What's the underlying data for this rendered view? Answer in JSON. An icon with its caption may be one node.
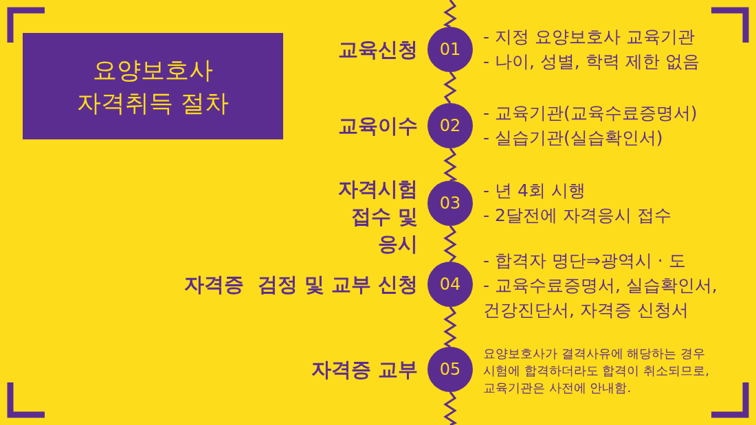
{
  "diagram": {
    "nodes": [
      {
        "text": [
          "요양보호사 자격취득 절차"
        ]
      },
      {
        "text": [
          "01"
        ],
        "beside": [
          "교육신청",
          "- 지정 요양보호사 교육기관",
          "- 나이, 성별, 학력 제한 없음"
        ]
      },
      {
        "text": [
          "02"
        ],
        "beside": [
          "교육이수",
          "- 교육기관(교육수료증명서)",
          "- 실습기관(실습확인서)"
        ]
      },
      {
        "text": [
          "03"
        ],
        "beside": [
          "자격시험 접수 및 응시",
          "- 년 4회 시행",
          "- 2달전에 자격응시 접수"
        ]
      },
      {
        "text": [
          "04"
        ],
        "beside": [
          "자격증  검정 및 교부 신청",
          "- 합격자 명단⇒광역시 · 도",
          "- 교육수료증명서, 실습확인서, 건강진단서, 자격증 신청서"
        ]
      },
      {
        "text": [
          "05"
        ],
        "beside": [
          "자격증 교부",
          "요양보호사가 결격사유에 해당하는 경우 시험에 합격하더라도 합격이 취소되므로, 교육기관은 사전에 안내함."
        ]
      }
    ],
    "edges": [
      {
        "from": null,
        "to": 1,
        "arrow": "none"
      },
      {
        "from": 1,
        "to": 2,
        "arrow": "none"
      },
      {
        "from": 2,
        "to": 3,
        "arrow": "none"
      },
      {
        "from": 3,
        "to": 4,
        "arrow": "none"
      },
      {
        "from": 4,
        "to": 5,
        "arrow": "none"
      },
      {
        "from": 5,
        "to": null,
        "arrow": "none"
      }
    ]
  }
}
